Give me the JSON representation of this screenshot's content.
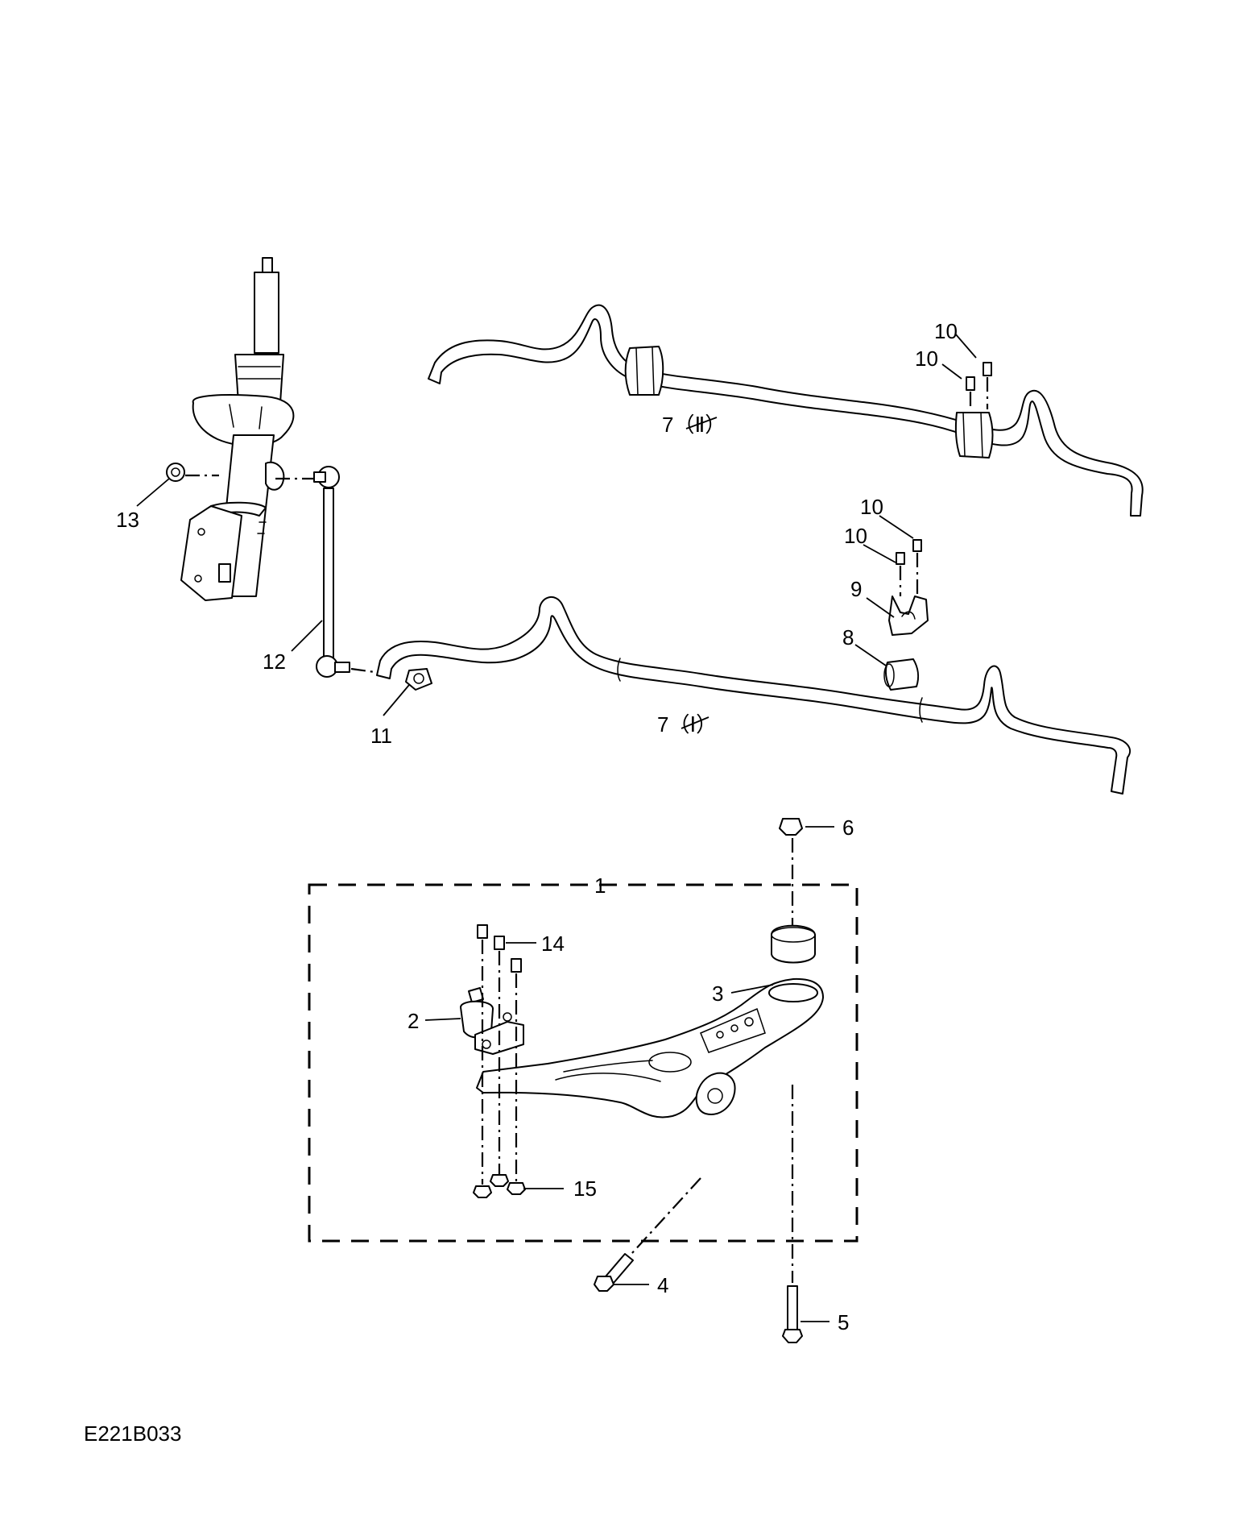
{
  "figure_id": "E221B033",
  "callouts": {
    "c1": "1",
    "c2": "2",
    "c3": "3",
    "c4": "4",
    "c5": "5",
    "c6": "6",
    "c7a": "7（Ⅱ）",
    "c7b": "7（Ⅰ）",
    "c8": "8",
    "c9": "9",
    "c10a": "10",
    "c10b": "10",
    "c10c": "10",
    "c10d": "10",
    "c11": "11",
    "c12": "12",
    "c13": "13",
    "c14": "14",
    "c15": "15"
  }
}
